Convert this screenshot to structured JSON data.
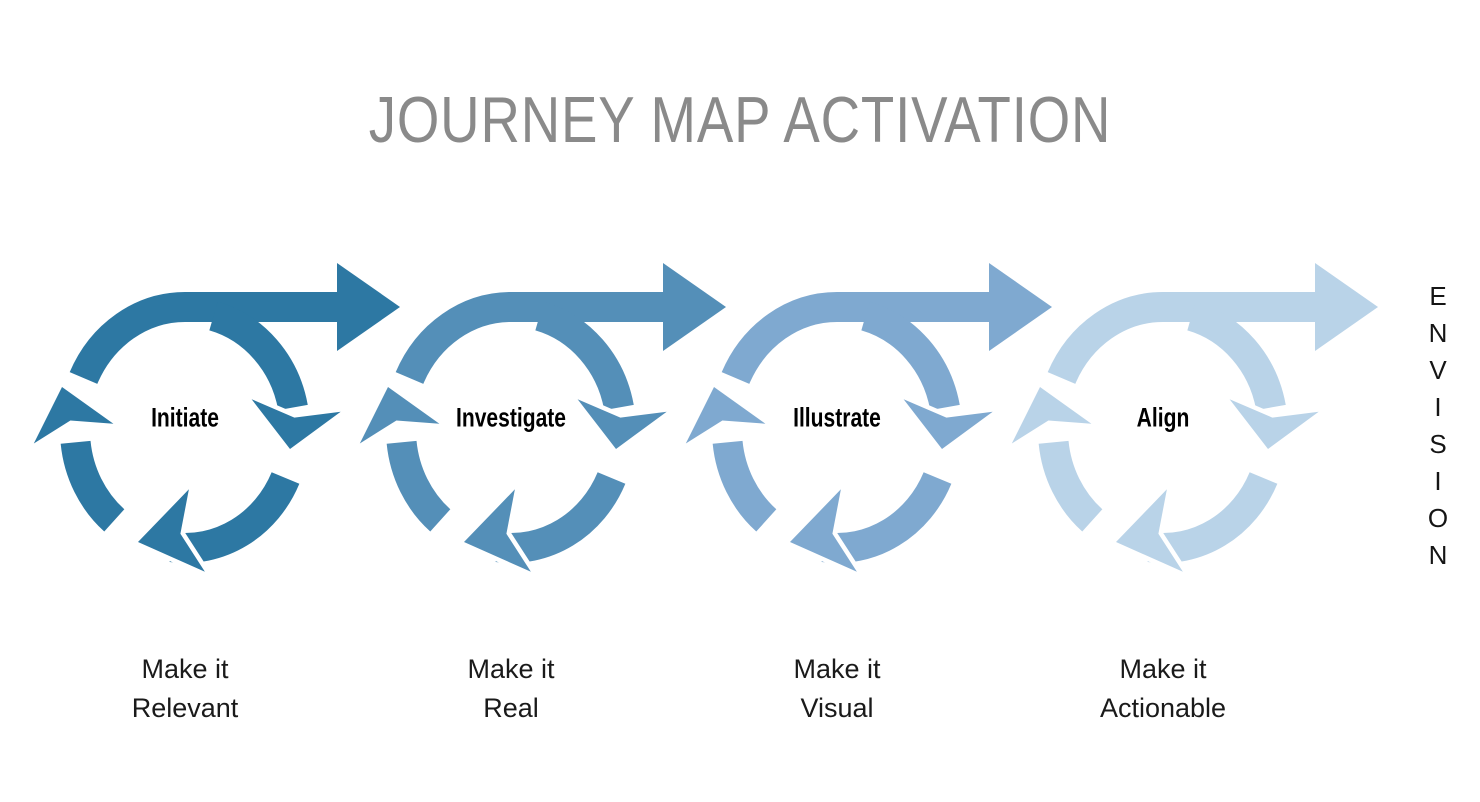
{
  "title": "JOURNEY MAP ACTIVATION",
  "envision_label": "ENVISION",
  "loops": [
    {
      "label": "Initiate",
      "caption_line1": "Make it",
      "caption_line2": "Relevant",
      "color": "#2D78A3"
    },
    {
      "label": "Investigate",
      "caption_line1": "Make it",
      "caption_line2": "Real",
      "color": "#548FB8"
    },
    {
      "label": "Illustrate",
      "caption_line1": "Make it",
      "caption_line2": "Visual",
      "color": "#7FA9D0"
    },
    {
      "label": "Align",
      "caption_line1": "Make it",
      "caption_line2": "Actionable",
      "color": "#B9D3E8"
    }
  ],
  "colors": {
    "title": "#8A8A8A",
    "loop_label_text": "#000000",
    "caption_text": "#1A1A1A",
    "envision_text": "#151515",
    "background": "#FFFFFF"
  }
}
